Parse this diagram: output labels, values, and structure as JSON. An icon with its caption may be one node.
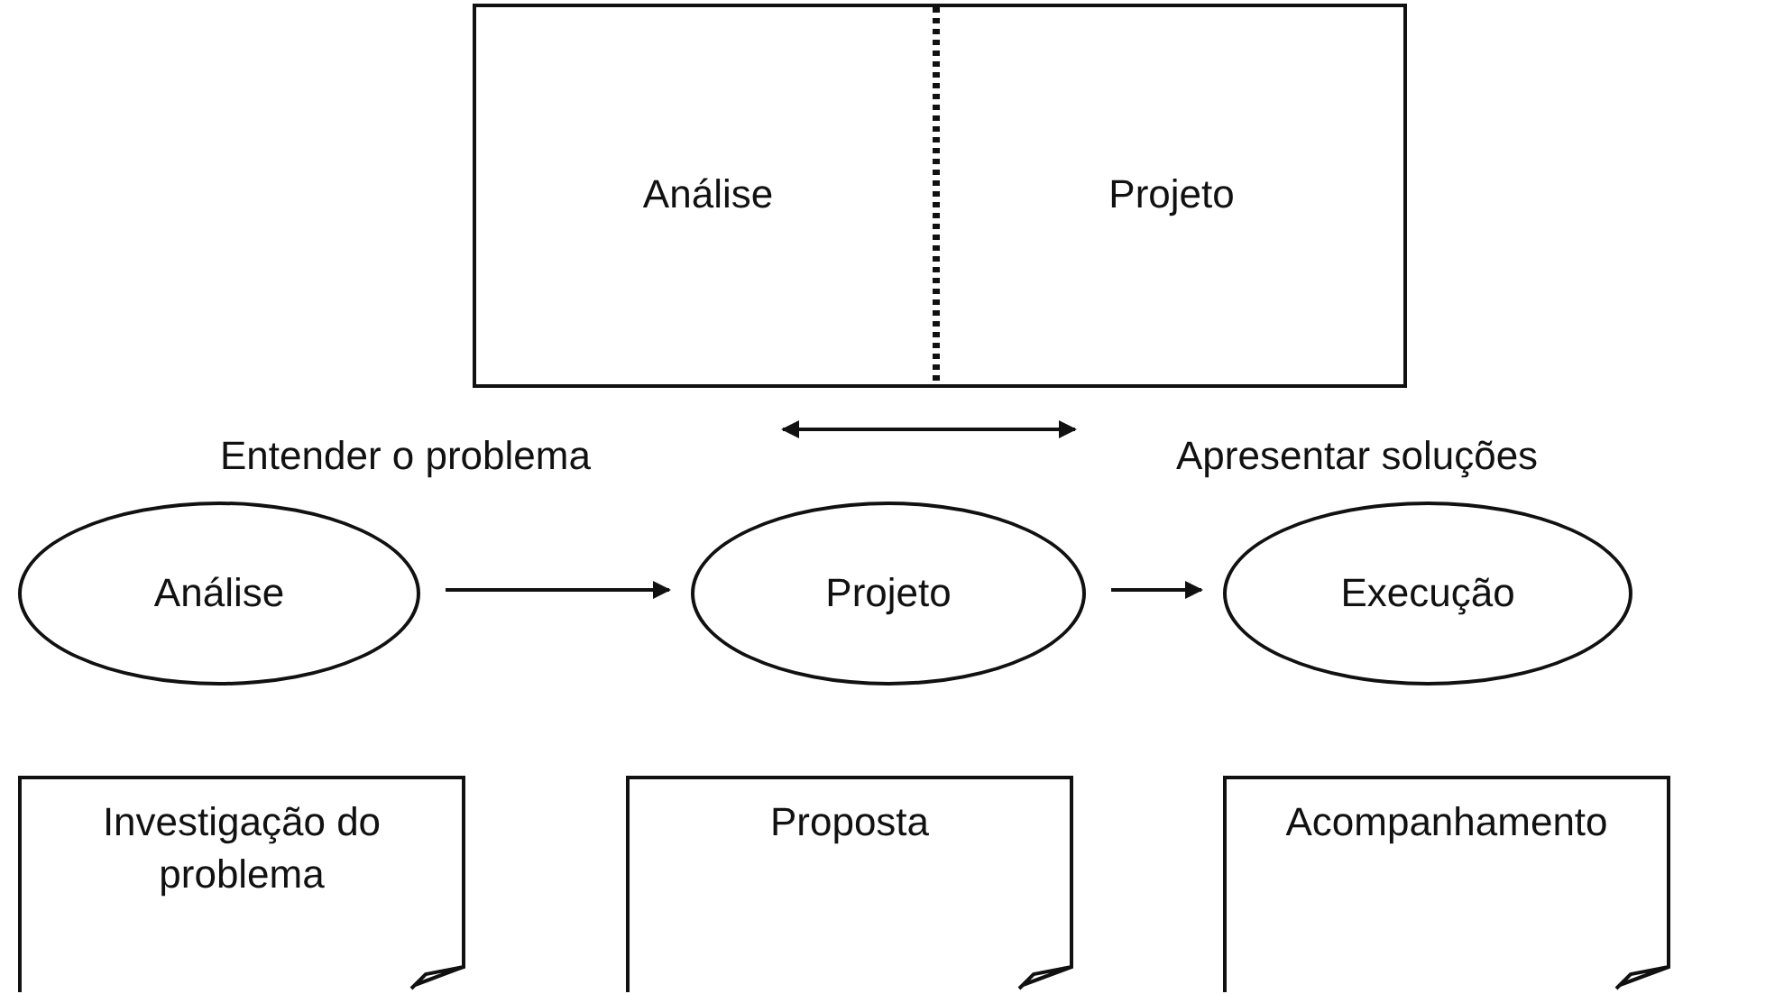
{
  "diagram": {
    "nodes": [
      {
        "text": [
          "Análise",
          "Projeto"
        ]
      },
      {
        "text": [
          "Análise"
        ]
      },
      {
        "text": [
          "Projeto"
        ]
      },
      {
        "text": [
          "Execução"
        ]
      },
      {
        "text": [
          "Investigação do problema"
        ]
      },
      {
        "text": [
          "Proposta"
        ]
      },
      {
        "text": [
          "Acompanhamento"
        ]
      }
    ],
    "edges": [
      {
        "from": 1,
        "to": 2,
        "arrow": "to"
      },
      {
        "from": 2,
        "to": 3,
        "arrow": "to"
      }
    ],
    "labels": [
      "Entender o problema",
      "Apresentar soluções"
    ]
  }
}
